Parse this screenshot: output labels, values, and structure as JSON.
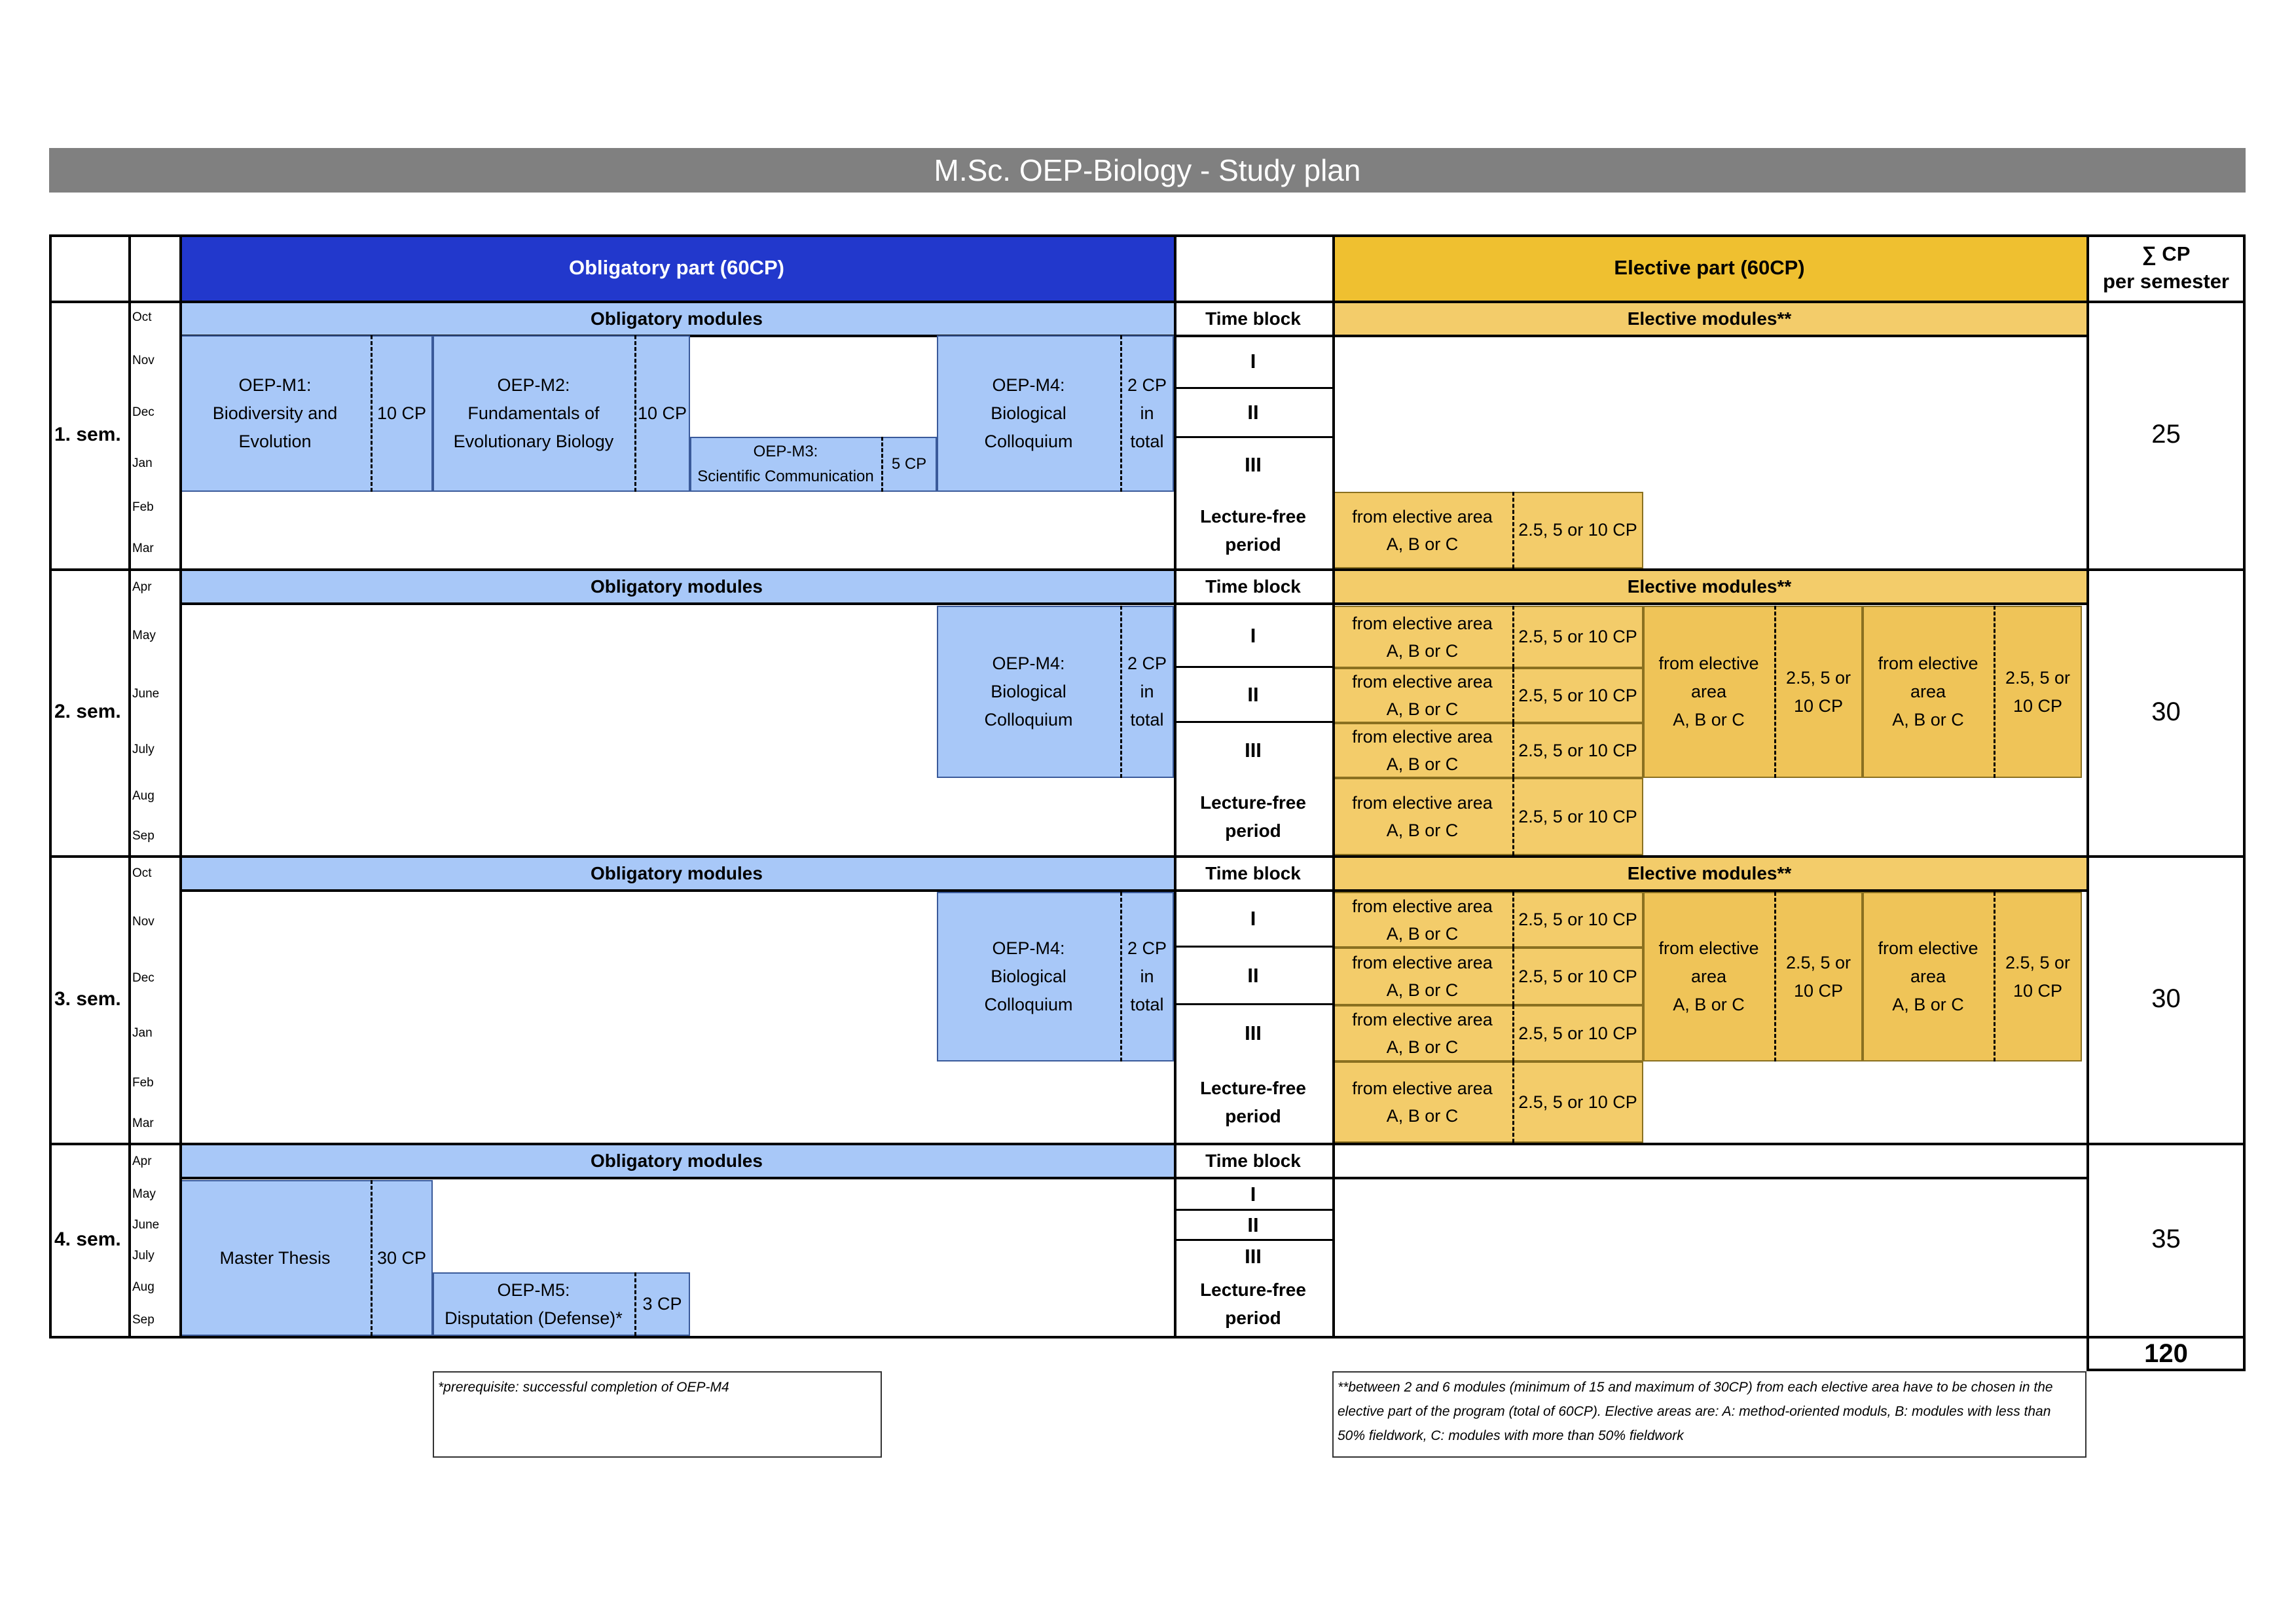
{
  "title": "M.Sc. OEP-Biology - Study plan",
  "header": {
    "obligatory_part": "Obligatory part (60CP)",
    "elective_part": "Elective part (60CP)",
    "sum_cp": "∑ CP\nper semester"
  },
  "labels": {
    "obligatory_modules": "Obligatory modules",
    "time_block": "Time block",
    "elective_modules": "Elective modules**",
    "lecture_free": "Lecture-free\nperiod",
    "from_area": "from elective area\nA, B or C",
    "from_area_wrapped": "from elective\narea\nA, B or C",
    "cp_range": "2.5, 5 or 10 CP",
    "cp_range_wrapped": "2.5, 5 or\n10 CP",
    "roman": [
      "I",
      "II",
      "III"
    ]
  },
  "semesters": [
    {
      "label": "1. sem.",
      "months": [
        "Oct",
        "Nov",
        "Dec",
        "Jan",
        "Feb",
        "Mar"
      ],
      "cp_sum": "25"
    },
    {
      "label": "2. sem.",
      "months": [
        "Apr",
        "May",
        "June",
        "July",
        "Aug",
        "Sep"
      ],
      "cp_sum": "30"
    },
    {
      "label": "3. sem.",
      "months": [
        "Oct",
        "Nov",
        "Dec",
        "Jan",
        "Feb",
        "Mar"
      ],
      "cp_sum": "30"
    },
    {
      "label": "4. sem.",
      "months": [
        "Apr",
        "May",
        "June",
        "July",
        "Aug",
        "Sep"
      ],
      "cp_sum": "35"
    }
  ],
  "modules": {
    "m1": {
      "name": "OEP-M1:\nBiodiversity and\nEvolution",
      "cp": "10 CP"
    },
    "m2": {
      "name": "OEP-M2:\nFundamentals of\nEvolutionary Biology",
      "cp": "10 CP"
    },
    "m3": {
      "name": "OEP-M3:\nScientific Communication",
      "cp": "5 CP"
    },
    "m4": {
      "name": "OEP-M4:\nBiological\nColloquium",
      "cp": "2 CP\nin\ntotal"
    },
    "thesis": {
      "name": "Master Thesis",
      "cp": "30 CP"
    },
    "m5": {
      "name": "OEP-M5:\nDisputation (Defense)*",
      "cp": "3 CP"
    }
  },
  "total_cp": "120",
  "notes": {
    "prerequisite": "*prerequisite: successful completion of OEP-M4",
    "elective": "**between 2 and 6 modules (minimum of 15 and maximum of 30CP) from each elective area have to be chosen in the elective part of the program (total of 60CP). Elective areas are: A: method-oriented moduls, B: modules with less than 50% fieldwork, C: modules with more than 50% fieldwork"
  },
  "colors": {
    "title_bar": "#808080",
    "obligatory_header": "#2238cc",
    "elective_header": "#efc030",
    "obligatory_cell": "#a8c8f8",
    "elective_cell": "#f3cc6a"
  }
}
